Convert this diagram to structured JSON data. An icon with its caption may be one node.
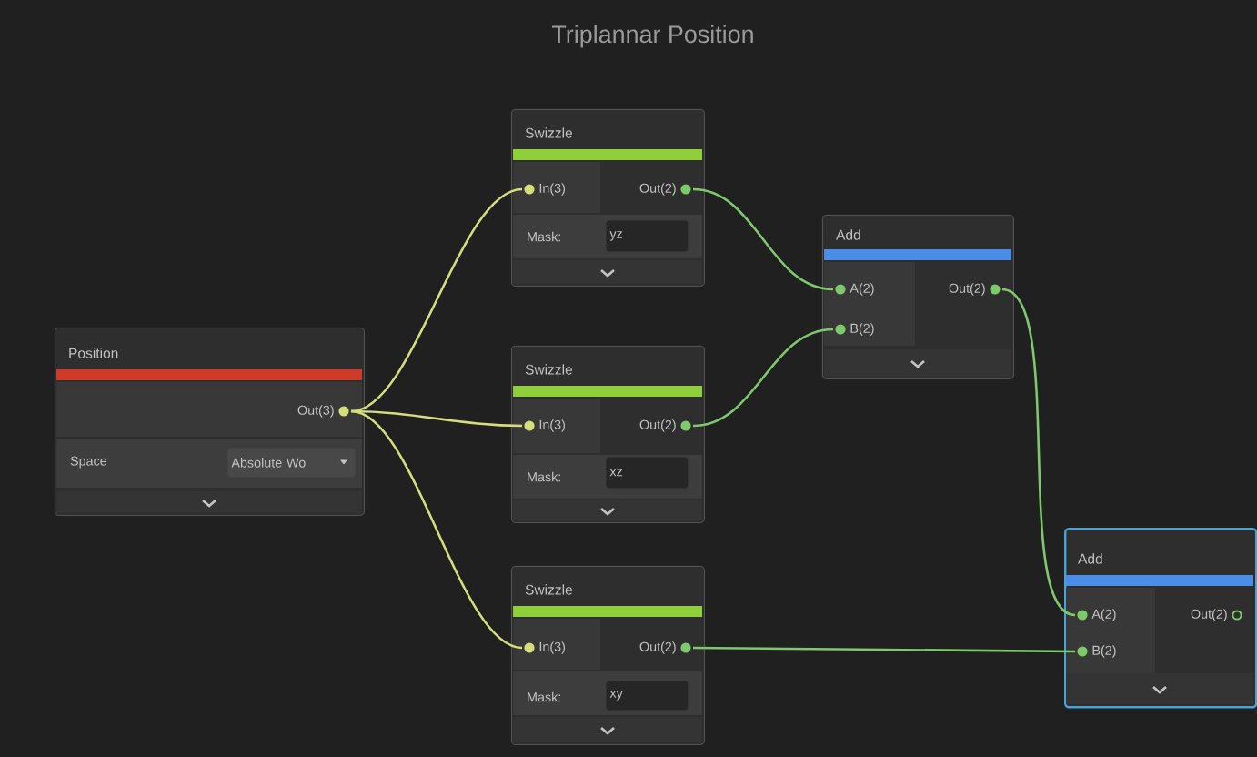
{
  "diagram": {
    "title": "Triplannar Position",
    "nodes": [
      {
        "text": [
          "Position",
          "Space"
        ]
      },
      {
        "text": [
          "Out(3)"
        ],
        "in": 0
      },
      {
        "text": [
          "Absolute Wo"
        ],
        "in": 0
      },
      {
        "text": [
          "Swizzle",
          "Mask:"
        ]
      },
      {
        "text": [
          "In(3)"
        ],
        "in": 3
      },
      {
        "text": [
          "Out(2)"
        ],
        "in": 3
      },
      {
        "text": [
          "yz"
        ],
        "in": 3
      },
      {
        "text": [
          "Swizzle",
          "Mask:"
        ]
      },
      {
        "text": [
          "In(3)"
        ],
        "in": 7
      },
      {
        "text": [
          "Out(2)"
        ],
        "in": 7
      },
      {
        "text": [
          "xz"
        ],
        "in": 7
      },
      {
        "text": [
          "Swizzle",
          "Mask:"
        ]
      },
      {
        "text": [
          "In(3)"
        ],
        "in": 11
      },
      {
        "text": [
          "Out(2)"
        ],
        "in": 11
      },
      {
        "text": [
          "xy"
        ],
        "in": 11
      },
      {
        "text": [
          "Add"
        ]
      },
      {
        "text": [
          "A(2)"
        ],
        "in": 15
      },
      {
        "text": [
          "B(2)"
        ],
        "in": 15
      },
      {
        "text": [
          "Out(2)"
        ],
        "in": 15
      },
      {
        "text": [
          "Add"
        ]
      },
      {
        "text": [
          "A(2)"
        ],
        "in": 19
      },
      {
        "text": [
          "B(2)"
        ],
        "in": 19
      },
      {
        "text": [
          "Out(2)"
        ],
        "in": 19
      }
    ],
    "edges": [
      {
        "from": 1,
        "to": 4,
        "arrow": "none",
        "color": "#d4de7c"
      },
      {
        "from": 1,
        "to": 8,
        "arrow": "none",
        "color": "#d4de7c"
      },
      {
        "from": 1,
        "to": 12,
        "arrow": "none",
        "color": "#d4de7c"
      },
      {
        "from": 5,
        "to": 16,
        "arrow": "none"
      },
      {
        "from": 9,
        "to": 17,
        "arrow": "none"
      },
      {
        "from": 18,
        "to": 20,
        "arrow": "none"
      },
      {
        "from": 13,
        "to": 21,
        "arrow": "none"
      }
    ]
  }
}
